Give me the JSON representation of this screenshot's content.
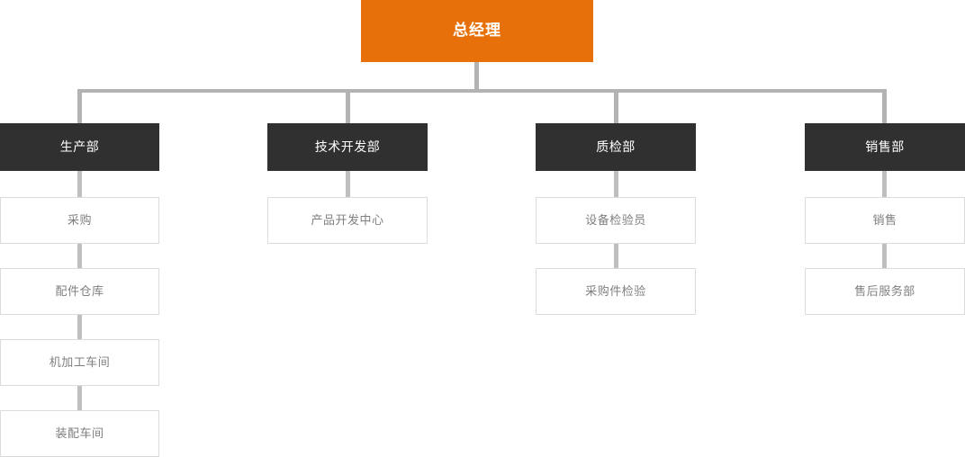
{
  "chart_title": "",
  "colors": {
    "root_fill": "#e8700a",
    "root_text": "#ffffff",
    "dept_fill": "#303030",
    "dept_text": "#ffffff",
    "leaf_fill": "#ffffff",
    "leaf_border": "#dcdcdc",
    "leaf_text": "#7f7f7f",
    "connector": "#b3b3b3",
    "connector_stem": "#bfbfbf",
    "background": "#ffffff"
  },
  "root": {
    "label": "总经理"
  },
  "branches": [
    {
      "dept": {
        "label": "生产部"
      },
      "children": [
        {
          "label": "采购"
        },
        {
          "label": "配件仓库"
        },
        {
          "label": "机加工车间"
        },
        {
          "label": "装配车间"
        }
      ]
    },
    {
      "dept": {
        "label": "技术开发部"
      },
      "children": [
        {
          "label": "产品开发中心"
        }
      ]
    },
    {
      "dept": {
        "label": "质检部"
      },
      "children": [
        {
          "label": "设备检验员"
        },
        {
          "label": "采购件检验"
        }
      ]
    },
    {
      "dept": {
        "label": "销售部"
      },
      "children": [
        {
          "label": "销售"
        },
        {
          "label": "售后服务部"
        }
      ]
    }
  ]
}
